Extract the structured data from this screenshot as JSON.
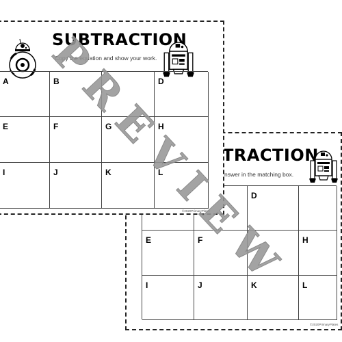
{
  "back_sheet": {
    "title": "TRACTION",
    "instructions": "nswer in the matching box.",
    "cells": [
      "",
      "C",
      "D",
      "E",
      "F",
      "",
      "H",
      "I",
      "J",
      "K",
      "L"
    ],
    "copyright": "©2020PrimaryPlates"
  },
  "front_sheet": {
    "title": "SUBTRACTION",
    "instructions": "Copy the equation and show your work.",
    "cells": [
      "A",
      "B",
      "",
      "D",
      "E",
      "F",
      "G",
      "H",
      "I",
      "J",
      "K",
      "L"
    ],
    "copyright": "©2020PrimaryPlates"
  },
  "watermark": {
    "text": "PREVIEW",
    "color": "#9a9a9a"
  },
  "icons": [
    "bb8-droid-icon",
    "r2d2-droid-icon"
  ]
}
